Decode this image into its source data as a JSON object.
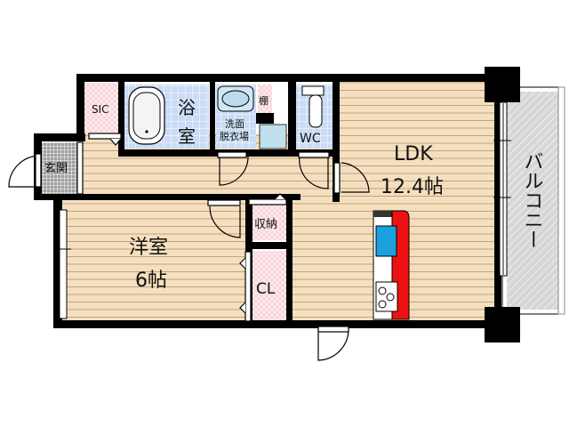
{
  "floorplan": {
    "rooms": {
      "sic": {
        "label": "SIC"
      },
      "bath": {
        "label_1": "浴",
        "label_2": "室"
      },
      "washroom": {
        "label_1": "洗面",
        "label_2": "脱衣場"
      },
      "shelf": {
        "label": "棚"
      },
      "wc": {
        "label": "WC"
      },
      "ldk": {
        "label": "LDK",
        "size": "12.4帖"
      },
      "entrance": {
        "label": "玄関"
      },
      "western_room": {
        "label": "洋室",
        "size": "6帖"
      },
      "storage": {
        "label": "収納"
      },
      "closet": {
        "label": "CL"
      },
      "balcony": {
        "label": "バルコニー"
      }
    },
    "colors": {
      "floor_wood": "#f6dfbd",
      "floor_line": "#b9a48a",
      "wet_area": "#c9dbf5",
      "storage_pink": "#f7d2d6",
      "entrance_grey": "#a8a8a8",
      "balcony_grey": "#d4d4d4",
      "wall": "#000000",
      "kitchen_red": "#ee1111",
      "sink_blue": "#1aa0dc"
    }
  }
}
